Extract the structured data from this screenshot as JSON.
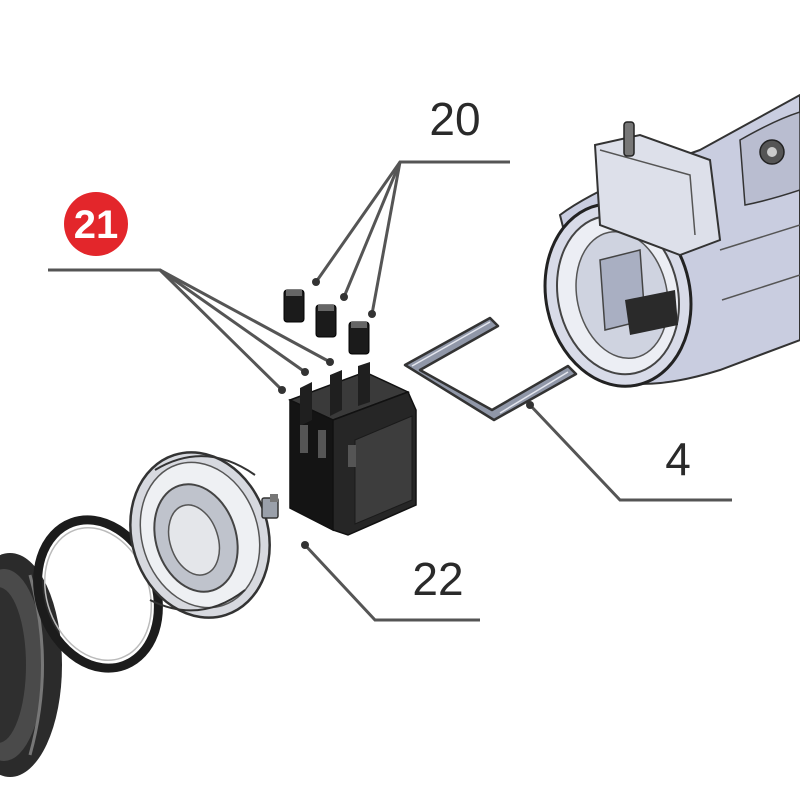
{
  "callouts": [
    {
      "id": "20",
      "label": "20",
      "highlighted": false
    },
    {
      "id": "21",
      "label": "21",
      "highlighted": true
    },
    {
      "id": "4",
      "label": "4",
      "highlighted": false
    },
    {
      "id": "22",
      "label": "22",
      "highlighted": false
    }
  ],
  "colors": {
    "highlight": "#e3262b",
    "line": "#555555",
    "part_dark": "#1e1e1e",
    "housing": "#c9cde0"
  }
}
